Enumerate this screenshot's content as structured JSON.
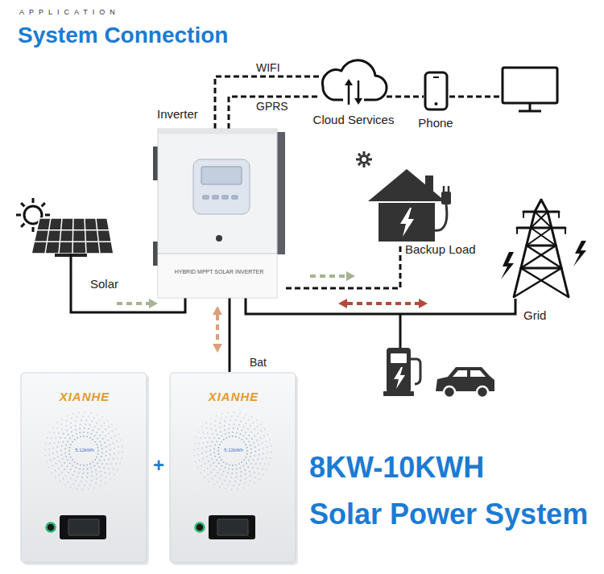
{
  "diagram": {
    "title": "System Connection",
    "nodes": [
      {
        "text": [
          "Inverter",
          "HYBRID MPPT SOLAR INVERTER"
        ]
      },
      {
        "text": [
          "Cloud Services"
        ]
      },
      {
        "text": [
          "Phone"
        ]
      },
      {
        "text": [
          "Solar"
        ]
      },
      {
        "text": [
          "Backup Load"
        ]
      },
      {
        "text": [
          "Grid"
        ]
      },
      {
        "text": [
          "XIANHE",
          "5.12kWh"
        ]
      },
      {
        "text": [
          "XIANHE",
          "5.12kWh"
        ]
      }
    ],
    "edges": [
      {
        "from": 0,
        "to": 1,
        "label": "WIFI",
        "arrow": "none"
      },
      {
        "from": 0,
        "to": 1,
        "label": "GPRS",
        "arrow": "none"
      },
      {
        "from": 1,
        "to": 2,
        "arrow": "none"
      },
      {
        "from": 3,
        "to": 0,
        "arrow": "to"
      },
      {
        "from": 0,
        "to": 4,
        "arrow": "to"
      },
      {
        "from": 0,
        "to": 5,
        "arrow": "both"
      },
      {
        "from": 0,
        "to": 7,
        "label": "Bat",
        "arrow": "both"
      }
    ],
    "labels": [
      "APPLICATION",
      "+",
      "8KW-10KWH",
      "Solar Power System"
    ]
  }
}
